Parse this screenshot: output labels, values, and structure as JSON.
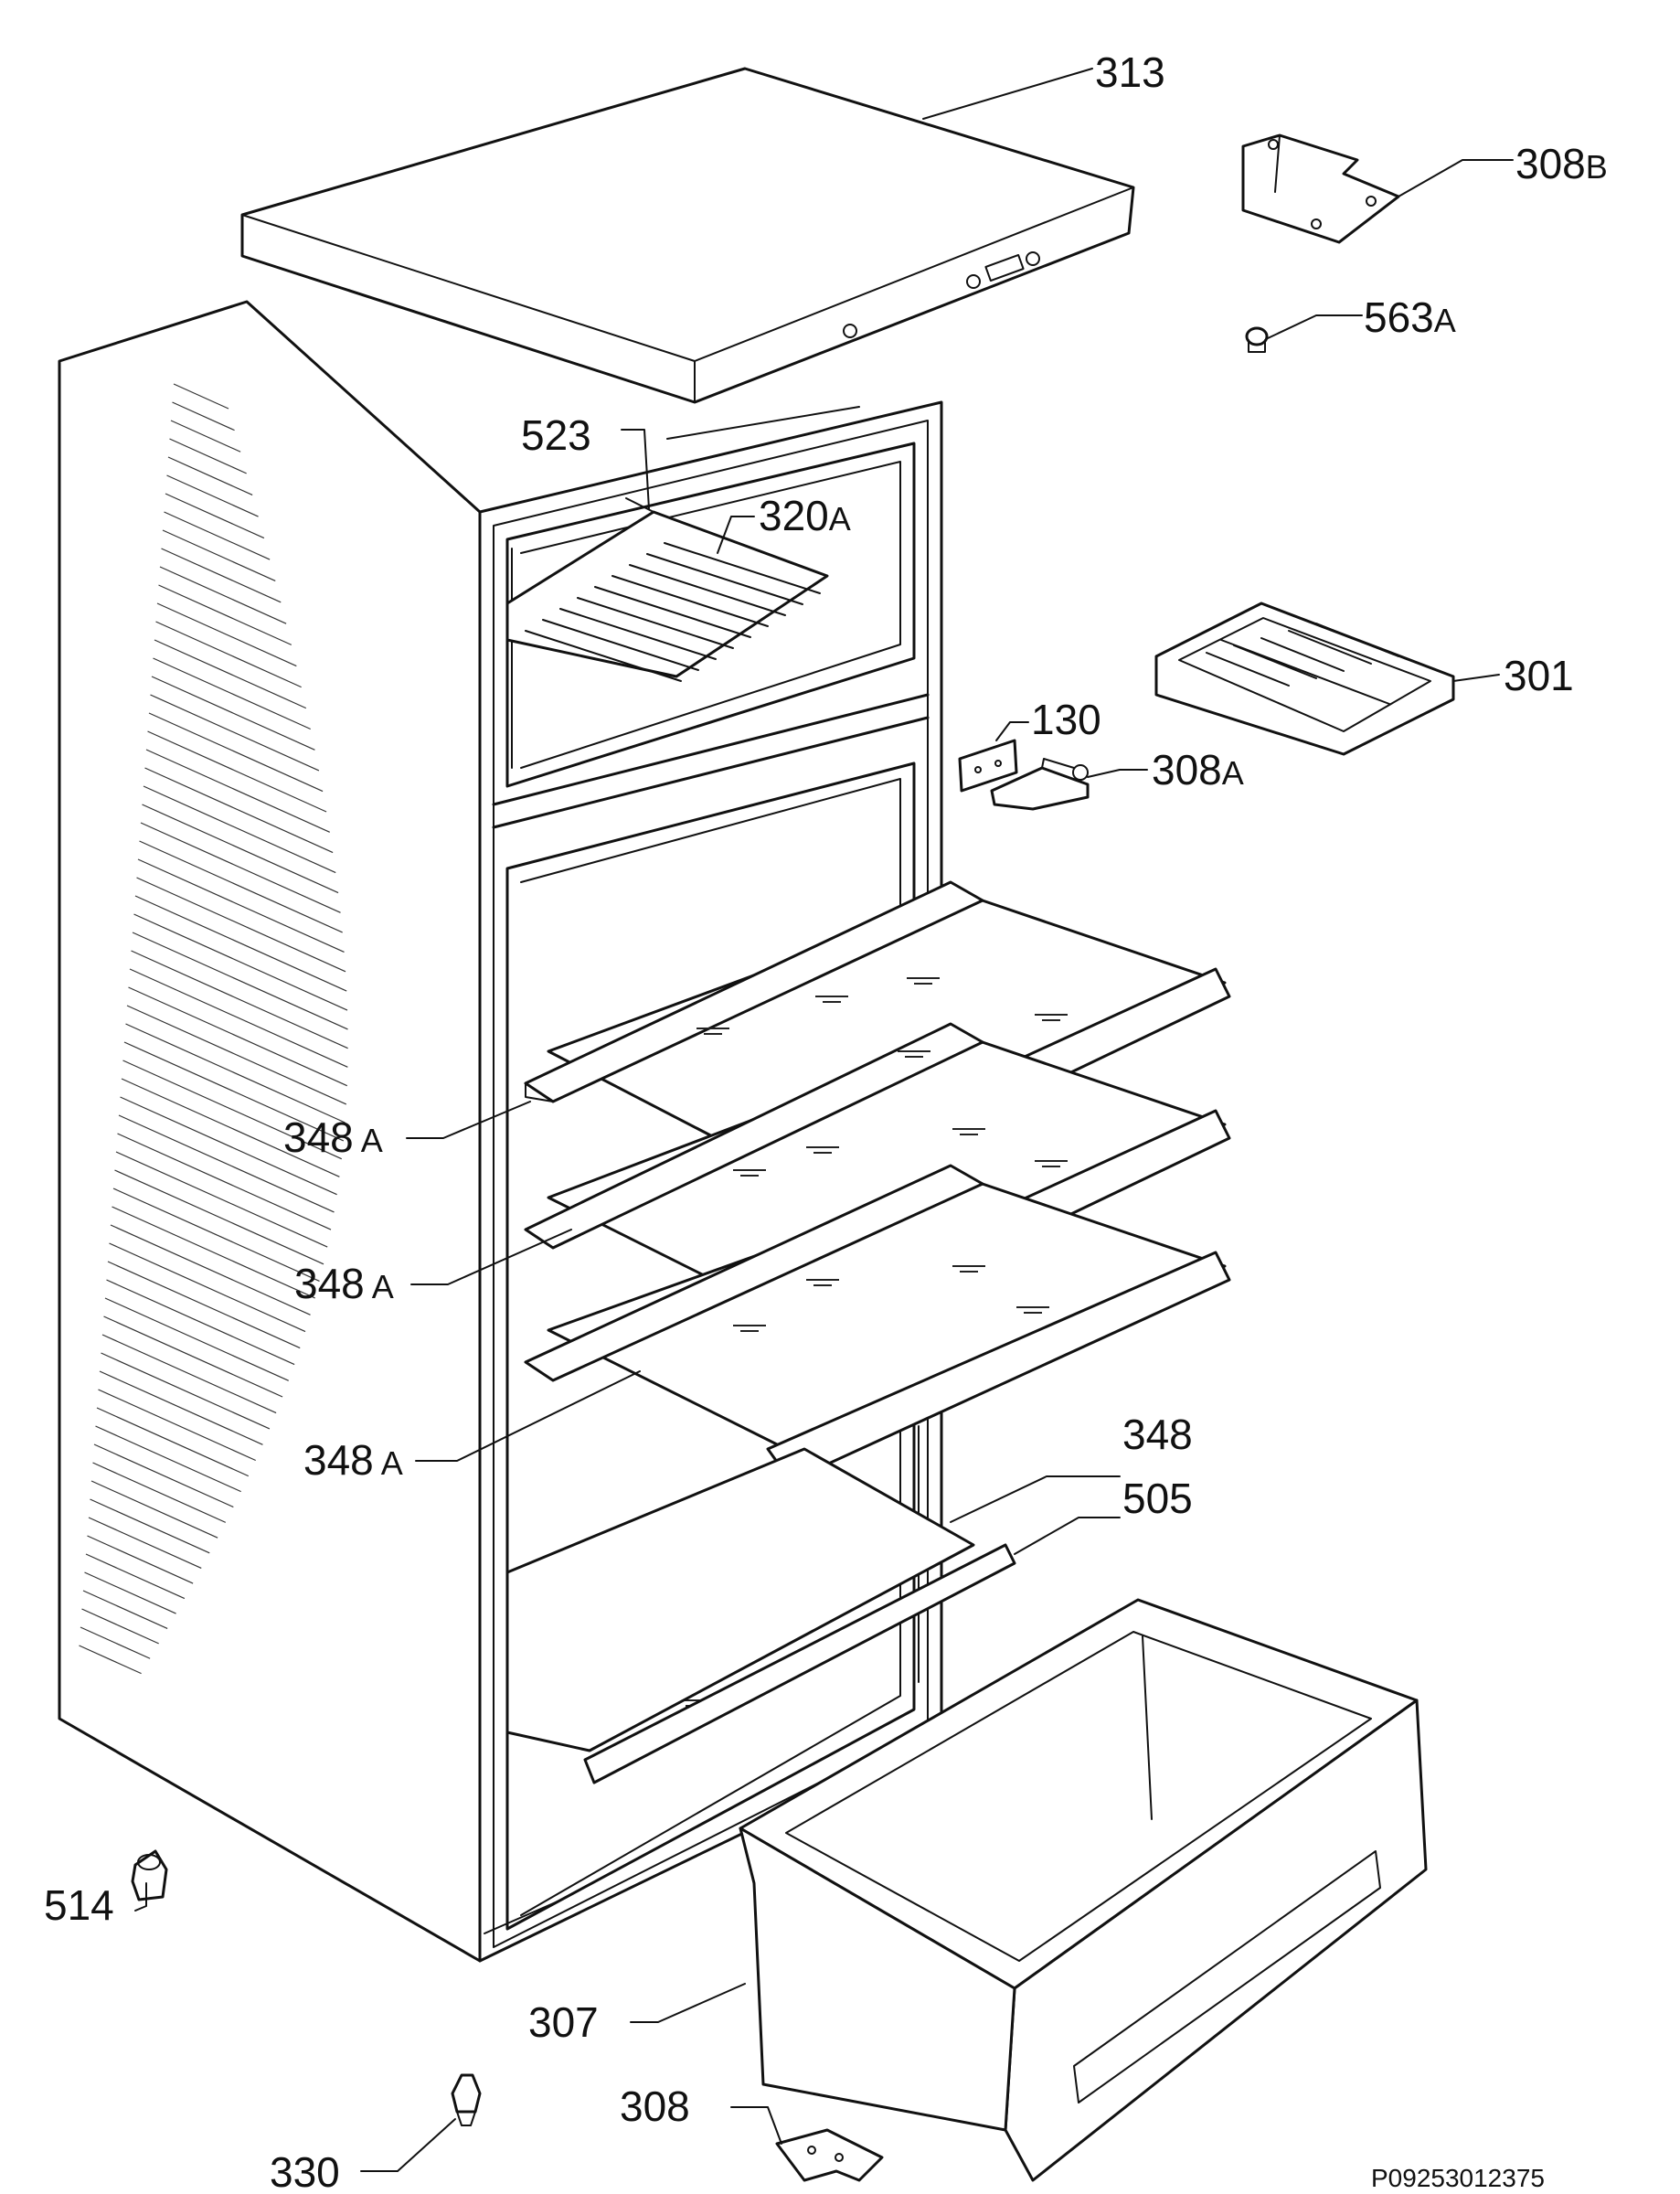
{
  "labels": {
    "p313": "313",
    "p308b": "308",
    "p308b_sub": "B",
    "p563a": "563",
    "p563a_sub": "A",
    "p523": "523",
    "p320a": "320",
    "p320a_sub": "A",
    "p301": "301",
    "p130": "130",
    "p308a": "308",
    "p308a_sub": "A",
    "p348a_1": "348",
    "p348a_1_sub": "A",
    "p348a_2": "348",
    "p348a_2_sub": "A",
    "p348a_3": "348",
    "p348a_3_sub": "A",
    "p348": "348",
    "p505": "505",
    "p514": "514",
    "p307": "307",
    "p308": "308",
    "p330": "330"
  },
  "drawing_code": "P09253012375"
}
